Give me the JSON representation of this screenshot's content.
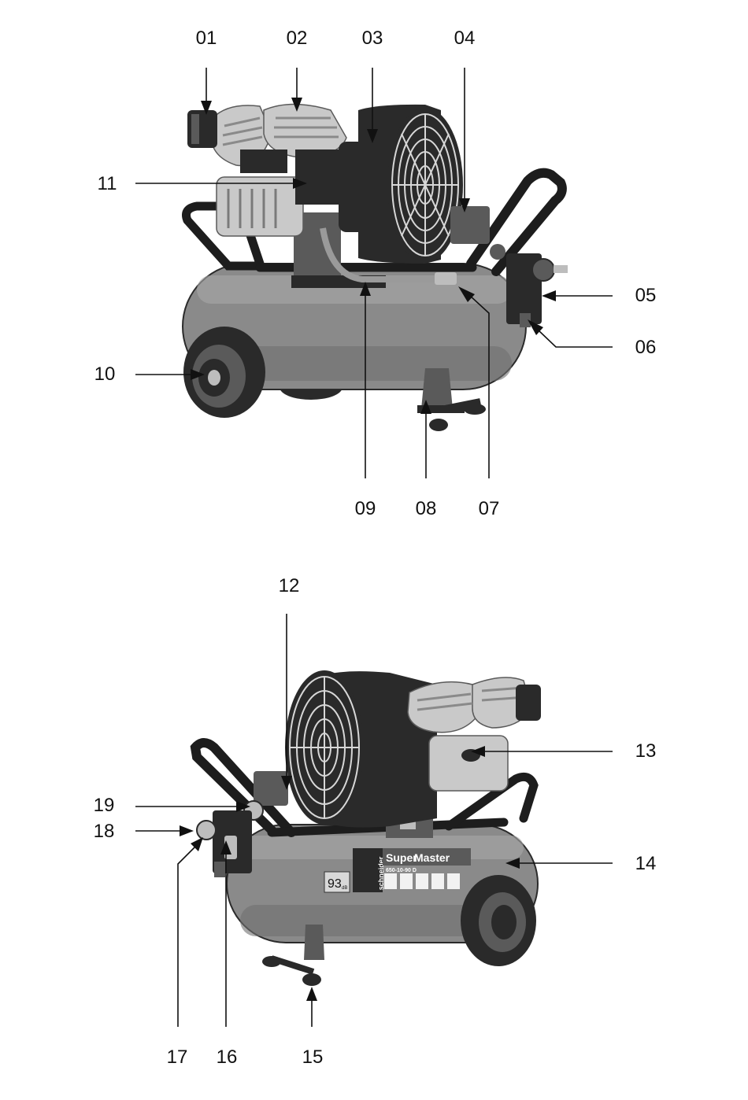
{
  "views": {
    "top": {
      "callouts": [
        {
          "id": "01"
        },
        {
          "id": "02"
        },
        {
          "id": "03"
        },
        {
          "id": "04"
        },
        {
          "id": "05"
        },
        {
          "id": "06"
        },
        {
          "id": "07"
        },
        {
          "id": "08"
        },
        {
          "id": "09"
        },
        {
          "id": "10"
        },
        {
          "id": "11"
        }
      ]
    },
    "bottom": {
      "callouts": [
        {
          "id": "12"
        },
        {
          "id": "13"
        },
        {
          "id": "14"
        },
        {
          "id": "15"
        },
        {
          "id": "16"
        },
        {
          "id": "17"
        },
        {
          "id": "18"
        },
        {
          "id": "19"
        }
      ],
      "tank_label": {
        "brand": "schneider",
        "model_a": "Super",
        "model_b": "Master",
        "model_code": "650-10-90 D",
        "volume": "93",
        "volume_unit": "dB"
      }
    }
  }
}
